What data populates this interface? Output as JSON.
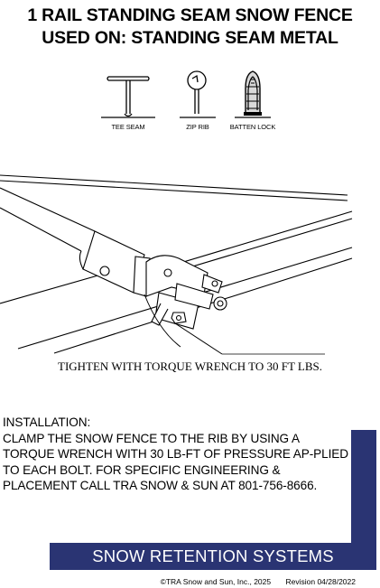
{
  "title": {
    "line1": "1 RAIL STANDING SEAM SNOW FENCE",
    "line2": "USED ON: STANDING SEAM METAL"
  },
  "seam_types": [
    {
      "label": "TEE SEAM",
      "icon": "tee-seam-icon"
    },
    {
      "label": "ZIP RIB",
      "icon": "zip-rib-icon"
    },
    {
      "label": "BATTEN LOCK",
      "icon": "batten-lock-icon"
    }
  ],
  "torque_note": "TIGHTEN WITH TORQUE WRENCH TO 30 FT LBS.",
  "installation": {
    "heading": "INSTALLATION:",
    "text": "CLAMP THE SNOW FENCE TO THE RIB BY USING A TORQUE WRENCH WITH 30 LB-FT OF PRESSURE AP-PLIED TO EACH BOLT. FOR SPECIFIC ENGINEERING & PLACEMENT CALL TRA SNOW & SUN AT 801-756-8666."
  },
  "footer": {
    "band_text": "SNOW RETENTION SYSTEMS",
    "copyright": "©TRA Snow and Sun, Inc., 2025",
    "revision": "Revision 04/28/2022"
  },
  "colors": {
    "brand_blue": "#2a3473"
  }
}
